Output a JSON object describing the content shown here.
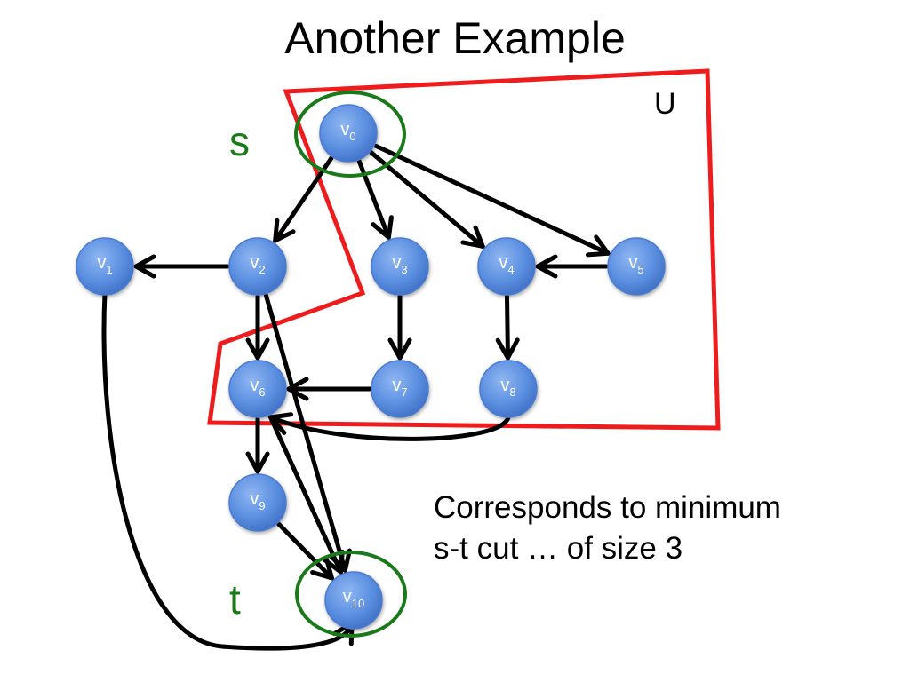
{
  "title": "Another Example",
  "labels": {
    "source": "s",
    "sink": "t",
    "set": "U"
  },
  "caption": {
    "line1": "Corresponds to minimum",
    "line2": "s-t cut … of size 3"
  },
  "colors": {
    "node_fill": "#5b8fe0",
    "edge": "#000000",
    "cut": "#ee1c1c",
    "highlight": "#1a7a1a",
    "label_green": "#1a7a1a"
  },
  "nodes": [
    {
      "id": "v0",
      "base": "v",
      "sub": "0"
    },
    {
      "id": "v1",
      "base": "v",
      "sub": "1"
    },
    {
      "id": "v2",
      "base": "v",
      "sub": "2"
    },
    {
      "id": "v3",
      "base": "v",
      "sub": "3"
    },
    {
      "id": "v4",
      "base": "v",
      "sub": "4"
    },
    {
      "id": "v5",
      "base": "v",
      "sub": "5"
    },
    {
      "id": "v6",
      "base": "v",
      "sub": "6"
    },
    {
      "id": "v7",
      "base": "v",
      "sub": "7"
    },
    {
      "id": "v8",
      "base": "v",
      "sub": "8"
    },
    {
      "id": "v9",
      "base": "v",
      "sub": "9"
    },
    {
      "id": "v10",
      "base": "v",
      "sub": "10"
    }
  ],
  "edges": [
    {
      "from": "v0",
      "to": "v2"
    },
    {
      "from": "v0",
      "to": "v3"
    },
    {
      "from": "v0",
      "to": "v4"
    },
    {
      "from": "v0",
      "to": "v5"
    },
    {
      "from": "v2",
      "to": "v1"
    },
    {
      "from": "v5",
      "to": "v4"
    },
    {
      "from": "v2",
      "to": "v6"
    },
    {
      "from": "v2",
      "to": "v10"
    },
    {
      "from": "v3",
      "to": "v7"
    },
    {
      "from": "v4",
      "to": "v8"
    },
    {
      "from": "v7",
      "to": "v6"
    },
    {
      "from": "v6",
      "to": "v9"
    },
    {
      "from": "v6",
      "to": "v10"
    },
    {
      "from": "v8",
      "to": "v6"
    },
    {
      "from": "v9",
      "to": "v10"
    },
    {
      "from": "v1",
      "to": "v10"
    }
  ]
}
